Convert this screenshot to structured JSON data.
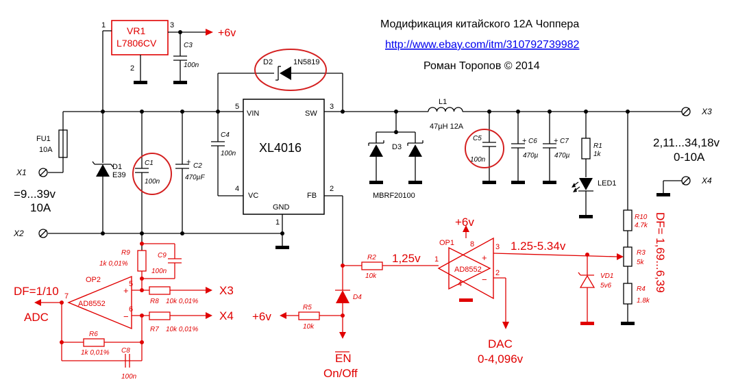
{
  "header": {
    "title": "Модификация китайского 12А Чоппера",
    "url": "http://www.ebay.com/itm/310792739982",
    "author": "Роман Торопов © 2014"
  },
  "components": {
    "vr1": {
      "ref": "VR1",
      "part": "L7806CV",
      "pin1": "1",
      "pin2": "2",
      "pin3": "3",
      "out": "+6v"
    },
    "c3": {
      "ref": "C3",
      "value": "100n"
    },
    "d2": {
      "ref": "D2",
      "part": "1N5819"
    },
    "u1": {
      "part": "XL4016",
      "vin": "VIN",
      "sw": "SW",
      "vc": "VC",
      "fb": "FB",
      "gnd": "GND",
      "p5": "5",
      "p3": "3",
      "p4": "4",
      "p2": "2",
      "p1": "1"
    },
    "l1": {
      "ref": "L1",
      "value": "47µH 12A"
    },
    "d3": {
      "ref": "D3",
      "part": "MBRF20100"
    },
    "c5": {
      "ref": "C5",
      "value": "100n"
    },
    "c6": {
      "ref": "C6",
      "value": "470µ"
    },
    "c7": {
      "ref": "C7",
      "value": "470µ"
    },
    "r1": {
      "ref": "R1",
      "value": "1k"
    },
    "led1": {
      "ref": "LED1"
    },
    "fu1": {
      "ref": "FU1",
      "value": "10A"
    },
    "d1": {
      "ref": "D1",
      "part": "E39"
    },
    "c1": {
      "ref": "C1",
      "value": "100n"
    },
    "c2": {
      "ref": "C2",
      "value": "470µF"
    },
    "c4": {
      "ref": "C4",
      "value": "100n"
    },
    "r9": {
      "ref": "R9",
      "value": "1k 0,01%"
    },
    "c9": {
      "ref": "C9",
      "value": "100n"
    },
    "op2": {
      "ref": "OP2",
      "part": "AD8552",
      "p5": "5",
      "p6": "6",
      "p7": "7"
    },
    "r8": {
      "ref": "R8",
      "value": "10k 0,01%"
    },
    "r7": {
      "ref": "R7",
      "value": "10k 0,01%"
    },
    "r6": {
      "ref": "R6",
      "value": "1k 0,01%"
    },
    "c8": {
      "ref": "C8",
      "value": "100n"
    },
    "r5": {
      "ref": "R5",
      "value": "10k"
    },
    "d4": {
      "ref": "D4"
    },
    "r2": {
      "ref": "R2",
      "value": "10k"
    },
    "op1": {
      "ref": "OP1",
      "part": "AD8552",
      "p1": "1",
      "p2": "2",
      "p3": "3",
      "p4": "4",
      "p8": "8"
    },
    "vd1": {
      "ref": "VD1",
      "value": "5v6"
    },
    "r10": {
      "ref": "R10",
      "value": "4.7k"
    },
    "r3": {
      "ref": "R3",
      "value": "5k"
    },
    "r4": {
      "ref": "R4",
      "value": "1.8k"
    }
  },
  "terminals": {
    "x1": "X1",
    "x2": "X2",
    "x3": "X3",
    "x4": "X4",
    "x3_sense": "X3",
    "x4_sense": "X4"
  },
  "labels": {
    "input_voltage": "=9...39v",
    "input_current": "10A",
    "output_voltage": "2,11...34,18v",
    "output_current": "0-10A",
    "plus6_op1": "+6v",
    "plus6_r5": "+6v",
    "v_1_25": "1,25v",
    "v_range": "1.25-5.34v",
    "df_out": "DF= 1,69...6,39",
    "df_adc": "DF=1/10",
    "adc": "ADC",
    "dac": "DAC",
    "dac_range": "0-4,096v",
    "en": "EN",
    "on_off": "On/Off",
    "opamp_plus": "+",
    "opamp_minus": "−",
    "cap_plus": "+"
  }
}
